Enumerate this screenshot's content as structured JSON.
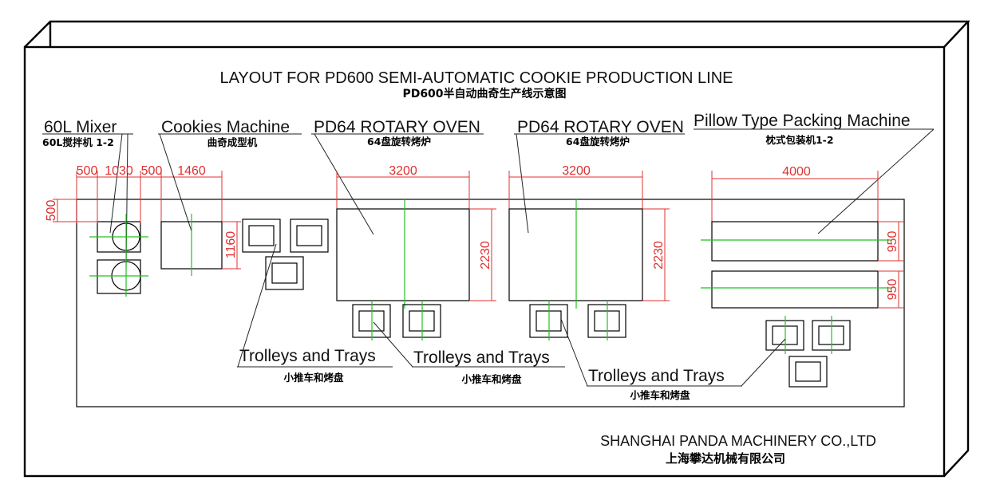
{
  "title": "LAYOUT FOR PD600 SEMI-AUTOMATIC COOKIE PRODUCTION LINE",
  "title_cn": "PD600半自动曲奇生产线示意图",
  "machines": [
    {
      "label": "60L Mixer",
      "cn": "60L搅拌机 1-2"
    },
    {
      "label": "Cookies Machine",
      "cn": "曲奇成型机"
    },
    {
      "label": "PD64 ROTARY OVEN",
      "cn": "64盘旋转烤炉"
    },
    {
      "label": "PD64 ROTARY OVEN",
      "cn": "64盘旋转烤炉"
    },
    {
      "label": "Pillow Type Packing Machine",
      "cn": "枕式包装机1-2"
    }
  ],
  "trolleys": [
    {
      "label": "Trolleys and Trays",
      "cn": "小推车和烤盘"
    },
    {
      "label": "Trolleys and Trays",
      "cn": "小推车和烤盘"
    },
    {
      "label": "Trolleys and Trays",
      "cn": "小推车和烤盘"
    }
  ],
  "dimensions": {
    "mixer_gap": "500",
    "mixer_width": "1030",
    "mixer_to_cookie": "500",
    "cookie_width": "1460",
    "cookie_depth": "1160",
    "wall_offset": "500",
    "oven1_width": "3200",
    "oven1_depth": "2230",
    "oven2_width": "3200",
    "oven2_depth": "2230",
    "packer_width": "4000",
    "packer1_depth": "950",
    "packer2_depth": "950"
  },
  "company": "SHANGHAI PANDA MACHINERY CO.,LTD",
  "company_cn": "上海攀达机械有限公司",
  "colors": {
    "dimension": "#e03030",
    "centerline": "#22c022",
    "outline": "#000000"
  }
}
